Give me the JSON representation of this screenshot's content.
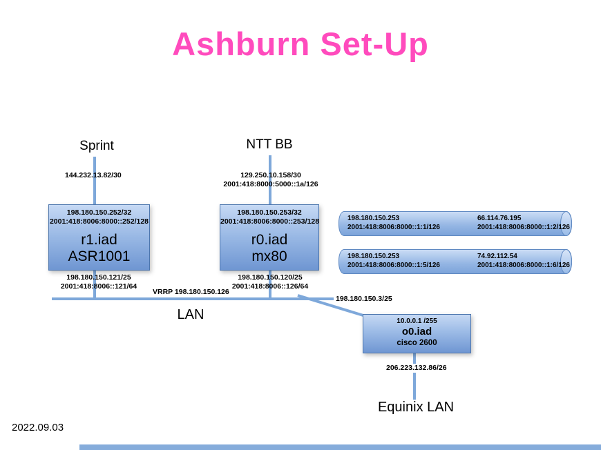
{
  "title": "Ashburn Set-Up",
  "date": "2022.09.03",
  "colors": {
    "title_pink": "#ff4bbd",
    "shape_blue": "#7ea8da"
  },
  "labels": {
    "sprint": "Sprint",
    "ntt": "NTT BB",
    "lan": "LAN",
    "equinix": "Equinix LAN",
    "vrrp": "VRRP 198.180.150.126",
    "sprint_link_ip": "144.232.13.82/30",
    "ntt_link_ip4": "129.250.10.158/30",
    "ntt_link_ip6": "2001:418:8000:5000::1a/126",
    "o0_link_ip": "198.180.150.3/25",
    "equinix_link_ip": "206.223.132.86/26"
  },
  "routers": {
    "r1": {
      "loop4": "198.180.150.252/32",
      "loop6": "2001:418:8006:8000::252/128",
      "name": "r1.iad",
      "model": "ASR1001",
      "lan4": "198.180.150.121/25",
      "lan6": "2001:418:8006::121/64"
    },
    "r0": {
      "loop4": "198.180.150.253/32",
      "loop6": "2001:418:8006:8000::253/128",
      "name": "r0.iad",
      "model": "mx80",
      "lan4": "198.180.150.120/25",
      "lan6": "2001:418:8006::126/64"
    },
    "o0": {
      "ip": "10.0.0.1 /255",
      "name": "o0.iad",
      "model": "cisco 2600"
    }
  },
  "tunnels": [
    {
      "local4": "198.180.150.253",
      "local6": "2001:418:8006:8000::1:1/126",
      "remote4": "66.114.76.195",
      "remote6": "2001:418:8006:8000::1:2/126"
    },
    {
      "local4": "198.180.150.253",
      "local6": "2001:418:8006:8000::1:5/126",
      "remote4": "74.92.112.54",
      "remote6": "2001:418:8006:8000::1:6/126"
    }
  ]
}
